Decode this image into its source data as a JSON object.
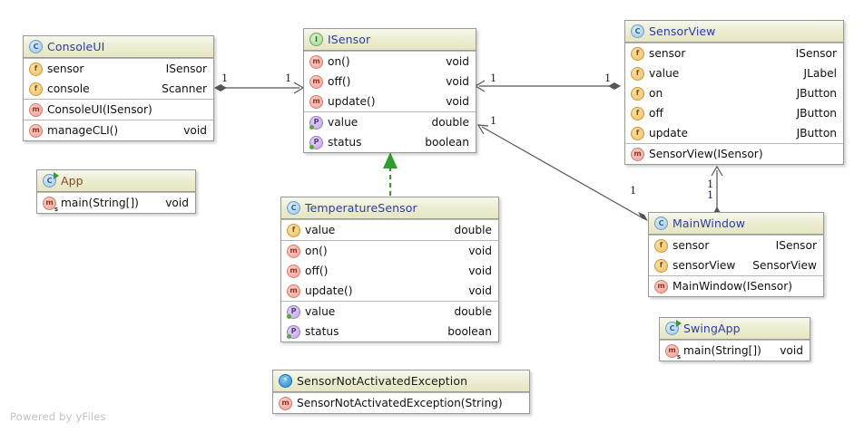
{
  "diagram": {
    "kind": "uml-class-diagram",
    "watermark": "Powered by yFiles",
    "colors": {
      "header_gradient_top": "#f7f7ee",
      "header_gradient_bottom": "#e6e6c4",
      "node_border": "#9a9a94",
      "title_class": "#2b3ea8",
      "title_runnable": "#8a4a1d",
      "title_exception": "#1b1b1b",
      "edge": "#555555",
      "realization": "#2f9e2f",
      "watermark_text": "#c2c2c2"
    },
    "icon_legend": {
      "class": "class-c-icon",
      "interface": "interface-i-icon",
      "field": "field-f-icon",
      "method": "method-m-icon",
      "property": "property-p-icon",
      "exception": "exception-bolt-icon",
      "runnable": "run-arrow-marker",
      "static": "static-s-marker"
    }
  },
  "nodes": [
    {
      "id": "consoleui",
      "title": "ConsoleUI",
      "icon": "class",
      "title_color": "class",
      "sections": [
        {
          "members": [
            {
              "icon": "field",
              "name": "sensor",
              "type": "ISensor"
            },
            {
              "icon": "field",
              "name": "console",
              "type": "Scanner"
            }
          ]
        },
        {
          "members": [
            {
              "icon": "method",
              "name": "ConsoleUI(ISensor)",
              "type": ""
            }
          ]
        },
        {
          "members": [
            {
              "icon": "method",
              "name": "manageCLI()",
              "type": "void"
            }
          ]
        }
      ]
    },
    {
      "id": "app",
      "title": "App",
      "icon": "class",
      "icon_marker": "runnable",
      "title_color": "runnable",
      "sections": [
        {
          "members": [
            {
              "icon": "method",
              "icon_marker": "static",
              "name": "main(String[])",
              "type": "void"
            }
          ]
        }
      ]
    },
    {
      "id": "isensor",
      "title": "ISensor",
      "icon": "interface",
      "title_color": "class",
      "sections": [
        {
          "members": [
            {
              "icon": "method",
              "name": "on()",
              "type": "void"
            },
            {
              "icon": "method",
              "name": "off()",
              "type": "void"
            },
            {
              "icon": "method",
              "name": "update()",
              "type": "void"
            }
          ]
        },
        {
          "members": [
            {
              "icon": "property",
              "name": "value",
              "type": "double"
            },
            {
              "icon": "property",
              "name": "status",
              "type": "boolean"
            }
          ]
        }
      ]
    },
    {
      "id": "temperaturesensor",
      "title": "TemperatureSensor",
      "icon": "class",
      "title_color": "class",
      "sections": [
        {
          "members": [
            {
              "icon": "field",
              "name": "value",
              "type": "double"
            }
          ]
        },
        {
          "members": [
            {
              "icon": "method",
              "name": "on()",
              "type": "void"
            },
            {
              "icon": "method",
              "name": "off()",
              "type": "void"
            },
            {
              "icon": "method",
              "name": "update()",
              "type": "void"
            }
          ]
        },
        {
          "members": [
            {
              "icon": "property",
              "name": "value",
              "type": "double"
            },
            {
              "icon": "property",
              "name": "status",
              "type": "boolean"
            }
          ]
        }
      ]
    },
    {
      "id": "sensorview",
      "title": "SensorView",
      "icon": "class",
      "title_color": "class",
      "sections": [
        {
          "members": [
            {
              "icon": "field",
              "name": "sensor",
              "type": "ISensor"
            },
            {
              "icon": "field",
              "name": "value",
              "type": "JLabel"
            },
            {
              "icon": "field",
              "name": "on",
              "type": "JButton"
            },
            {
              "icon": "field",
              "name": "off",
              "type": "JButton"
            },
            {
              "icon": "field",
              "name": "update",
              "type": "JButton"
            }
          ]
        },
        {
          "members": [
            {
              "icon": "method",
              "name": "SensorView(ISensor)",
              "type": ""
            }
          ]
        }
      ]
    },
    {
      "id": "mainwindow",
      "title": "MainWindow",
      "icon": "class",
      "title_color": "class",
      "sections": [
        {
          "members": [
            {
              "icon": "field",
              "name": "sensor",
              "type": "ISensor"
            },
            {
              "icon": "field",
              "name": "sensorView",
              "type": "SensorView"
            }
          ]
        },
        {
          "members": [
            {
              "icon": "method",
              "name": "MainWindow(ISensor)",
              "type": ""
            }
          ]
        }
      ]
    },
    {
      "id": "swingapp",
      "title": "SwingApp",
      "icon": "class",
      "icon_marker": "runnable",
      "title_color": "class",
      "sections": [
        {
          "members": [
            {
              "icon": "method",
              "icon_marker": "static",
              "name": "main(String[])",
              "type": "void"
            }
          ]
        }
      ]
    },
    {
      "id": "exception",
      "title": "SensorNotActivatedException",
      "icon": "exception",
      "title_color": "exception",
      "sections": [
        {
          "members": [
            {
              "icon": "method",
              "name": "SensorNotActivatedException(String)",
              "type": ""
            }
          ]
        }
      ]
    }
  ],
  "edges": [
    {
      "id": "e1",
      "from": "consoleui",
      "to": "isensor",
      "type": "composition",
      "source_mult": "1",
      "target_mult": "1"
    },
    {
      "id": "e2",
      "from": "sensorview",
      "to": "isensor",
      "type": "composition",
      "source_mult": "1",
      "target_mult": "1"
    },
    {
      "id": "e3",
      "from": "mainwindow",
      "to": "isensor",
      "type": "composition",
      "source_mult": "1",
      "target_mult": "1"
    },
    {
      "id": "e4",
      "from": "mainwindow",
      "to": "sensorview",
      "type": "composition",
      "source_mult": "1",
      "target_mult": "1"
    },
    {
      "id": "e5",
      "from": "temperaturesensor",
      "to": "isensor",
      "type": "realization",
      "source_mult": "",
      "target_mult": ""
    }
  ]
}
